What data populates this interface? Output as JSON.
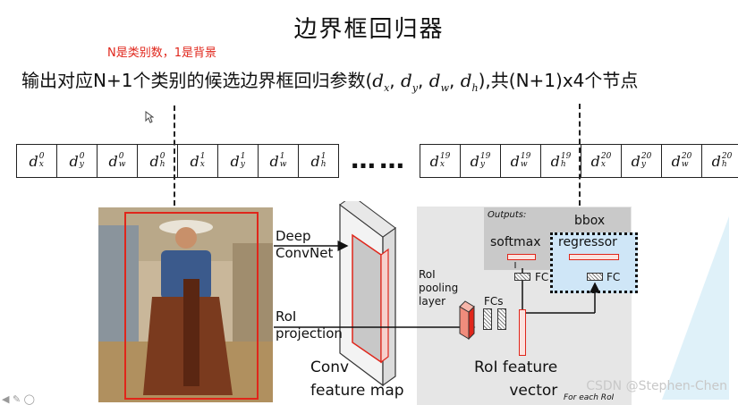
{
  "title": "边界框回归器",
  "annotation": "N是类别数，1是背景",
  "description": {
    "prefix": "输出对应N+1个类别的候选边界框回归参数(",
    "params": [
      "d",
      "x",
      "d",
      "y",
      "d",
      "w",
      "d",
      "h"
    ],
    "suffix": "),共(N+1)x4个节点"
  },
  "vector_row": {
    "left_cells": [
      {
        "base": "d",
        "sup": "0",
        "sub": "x"
      },
      {
        "base": "d",
        "sup": "0",
        "sub": "y"
      },
      {
        "base": "d",
        "sup": "0",
        "sub": "w"
      },
      {
        "base": "d",
        "sup": "0",
        "sub": "h"
      },
      {
        "base": "d",
        "sup": "1",
        "sub": "x"
      },
      {
        "base": "d",
        "sup": "1",
        "sub": "y"
      },
      {
        "base": "d",
        "sup": "1",
        "sub": "w"
      },
      {
        "base": "d",
        "sup": "1",
        "sub": "h"
      }
    ],
    "ellipsis": "……",
    "right_cells": [
      {
        "base": "d",
        "sup": "19",
        "sub": "x"
      },
      {
        "base": "d",
        "sup": "19",
        "sub": "y"
      },
      {
        "base": "d",
        "sup": "19",
        "sub": "w"
      },
      {
        "base": "d",
        "sup": "19",
        "sub": "h"
      },
      {
        "base": "d",
        "sup": "20",
        "sub": "x"
      },
      {
        "base": "d",
        "sup": "20",
        "sub": "y"
      },
      {
        "base": "d",
        "sup": "20",
        "sub": "w"
      },
      {
        "base": "d",
        "sup": "20",
        "sub": "h"
      }
    ]
  },
  "diagram": {
    "deep_convnet": "Deep\nConvNet",
    "roi_projection": "RoI\nprojection",
    "conv_feature_map": "Conv\nfeature map",
    "roi_pooling_layer": "RoI\npooling\nlayer",
    "fcs": "FCs",
    "roi_feature_vector": "RoI feature\nvector",
    "outputs": "Outputs:",
    "softmax": "softmax",
    "bbox": "bbox",
    "regressor": "regressor",
    "fc_left": "FC",
    "fc_right": "FC",
    "for_each_roi": "For each RoI"
  },
  "watermark": "CSDN @Stephen-Chen",
  "colors": {
    "accent_red": "#e0261b",
    "gray_panel": "#e6e6e6",
    "highlight_blue": "#cfe6f7"
  }
}
